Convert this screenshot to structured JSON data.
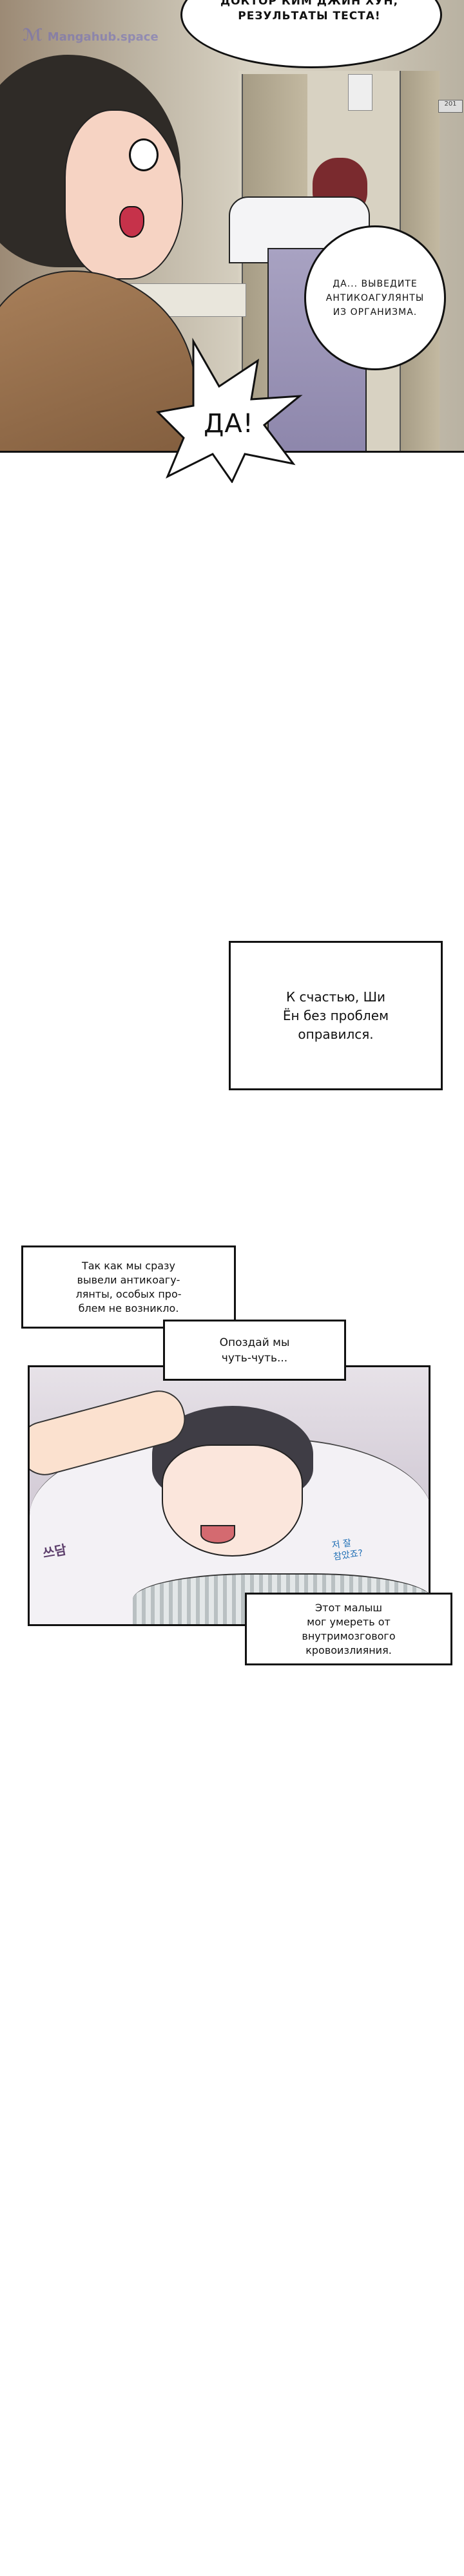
{
  "watermark": "Mangahub.space",
  "panel1": {
    "bubble_top": "ДОКТОР КИМ ДЖИН ХУН,\nРЕЗУЛЬТАТЫ ТЕСТА!",
    "bubble_oval": "ДА... ВЫВЕДИТЕ\nАНТИКОАГУЛЯНТЫ\nИЗ ОРГАНИЗМА.",
    "bubble_shout": "ДА!",
    "door_number": "201"
  },
  "caption_middle": "К счастью, Ши\nЁн без проблем\nоправился.",
  "caption_1": "Так как мы сразу\nвывели антикоагу-\nлянты, особых про-\nблем не возникло.",
  "caption_2": "Опоздай мы\nчуть-чуть...",
  "panel2": {
    "sfx_pat": "쓰담",
    "sfx_speech": "저 잘\n참았죠?"
  },
  "caption_3": "Этот малыш\nмог умереть от\nвнутримозгового\nкровоизлияния."
}
